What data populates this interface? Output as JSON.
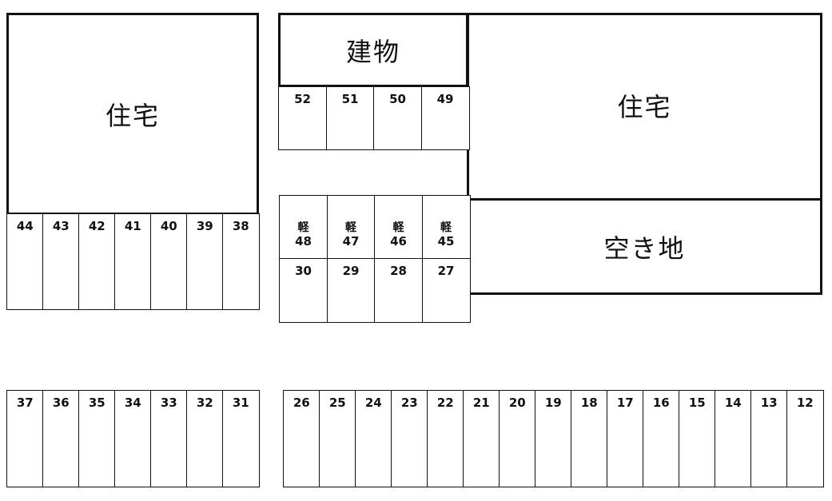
{
  "buildings": {
    "house_left": "住宅",
    "building_top": "建物",
    "house_right": "住宅",
    "vacant_lot": "空き地"
  },
  "slots": {
    "row_52_49": [
      "52",
      "51",
      "50",
      "49"
    ],
    "row_44_38": [
      "44",
      "43",
      "42",
      "41",
      "40",
      "39",
      "38"
    ],
    "row_kei": [
      {
        "tag": "軽",
        "num": "48"
      },
      {
        "tag": "軽",
        "num": "47"
      },
      {
        "tag": "軽",
        "num": "46"
      },
      {
        "tag": "軽",
        "num": "45"
      }
    ],
    "row_30_27": [
      "30",
      "29",
      "28",
      "27"
    ],
    "row_37_31": [
      "37",
      "36",
      "35",
      "34",
      "33",
      "32",
      "31"
    ],
    "row_26_12": [
      "26",
      "25",
      "24",
      "23",
      "22",
      "21",
      "20",
      "19",
      "18",
      "17",
      "16",
      "15",
      "14",
      "13",
      "12"
    ]
  }
}
